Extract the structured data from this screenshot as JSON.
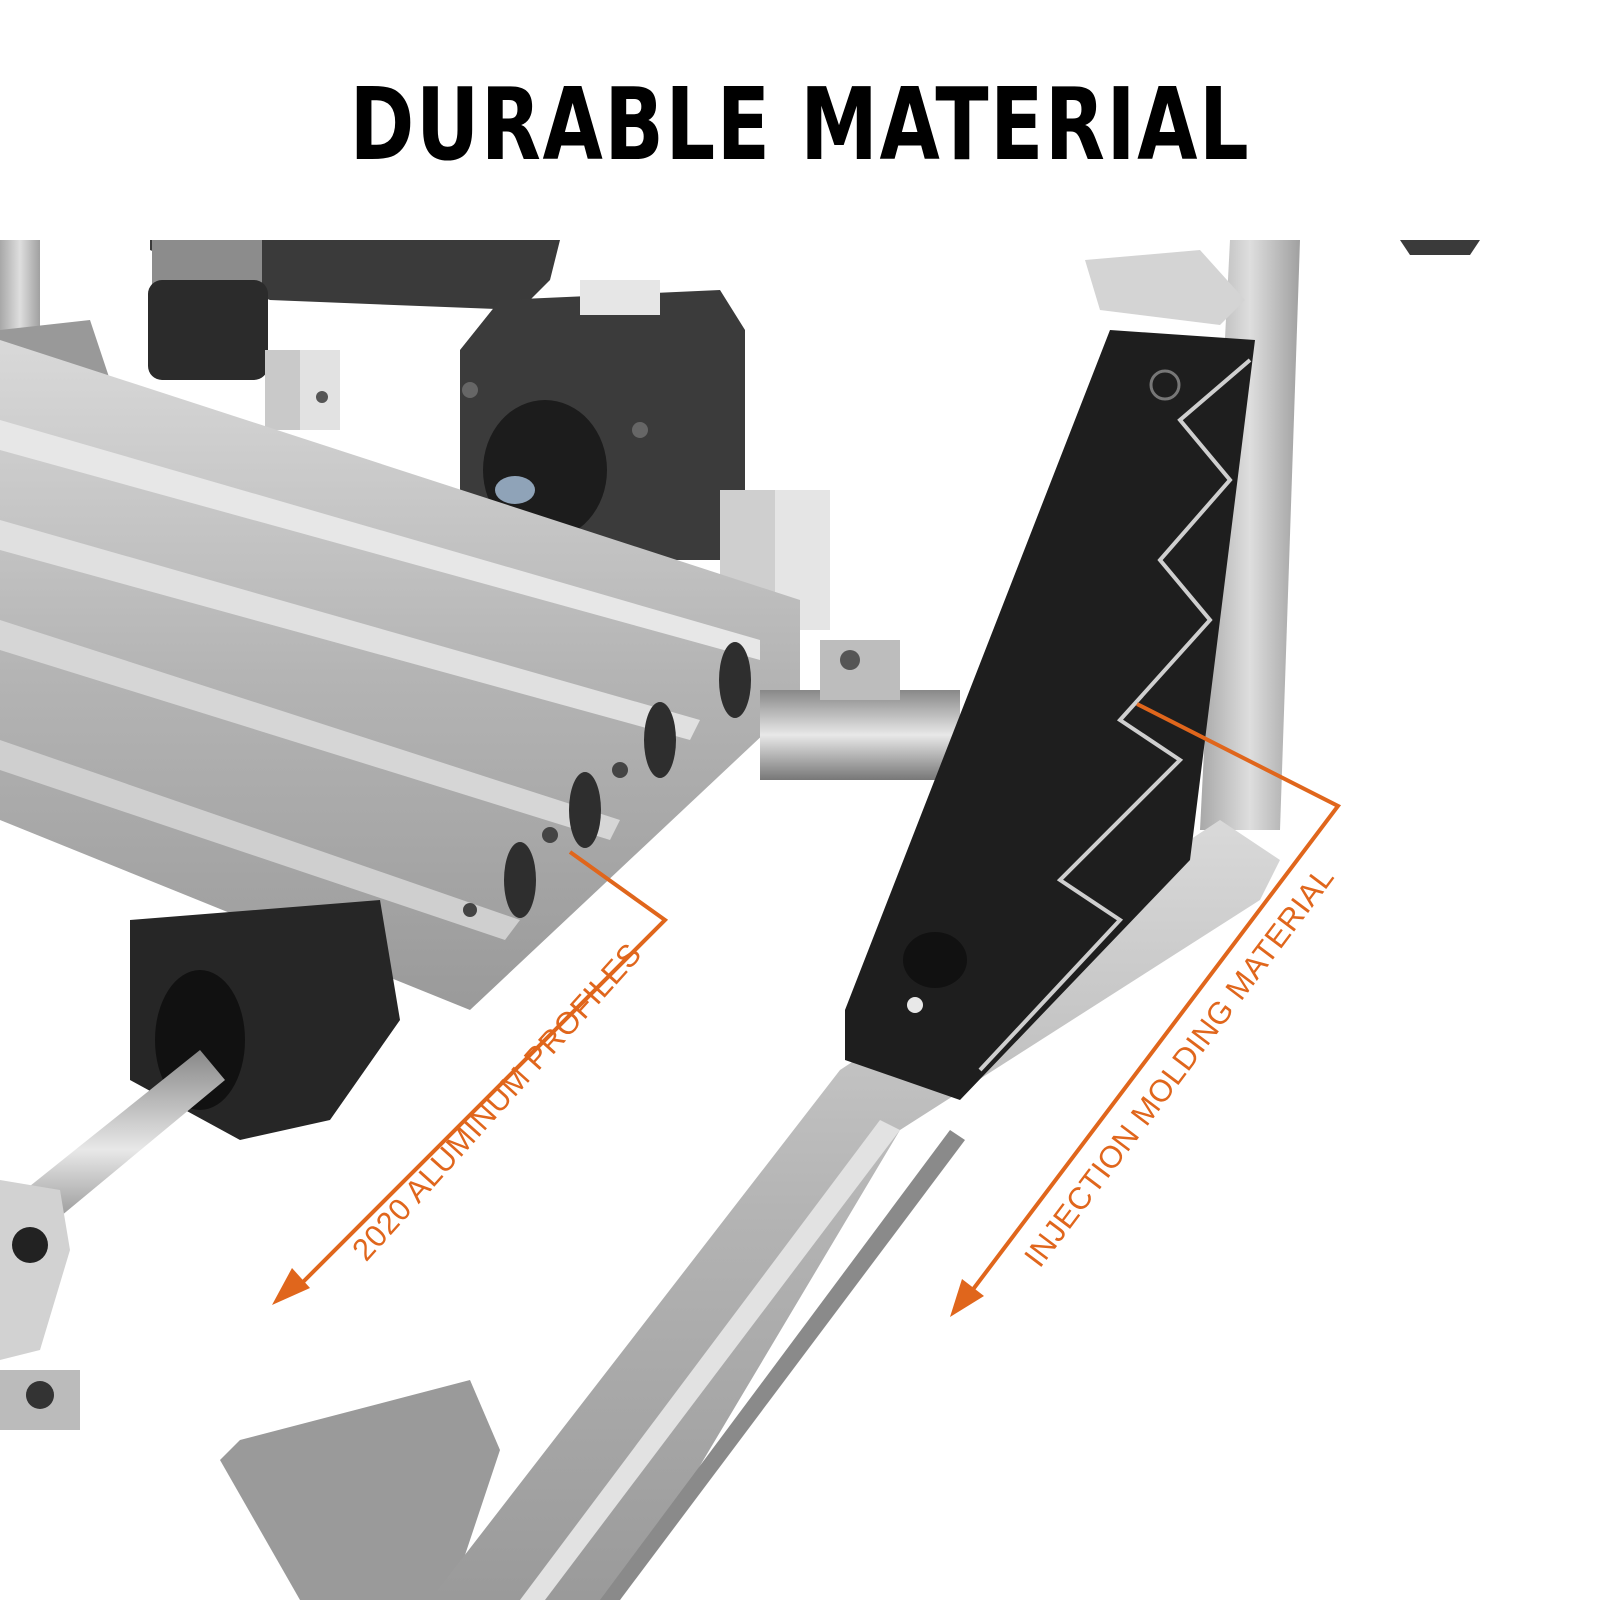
{
  "header": {
    "title": "DURABLE MATERIAL"
  },
  "callouts": [
    {
      "label": "2020 ALUMINUM PROFILES",
      "target": "aluminum-profile"
    },
    {
      "label": "INJECTION MOLDING MATERIAL",
      "target": "black-bracket"
    }
  ],
  "colors": {
    "accent": "#e0661c",
    "title": "#000000",
    "background": "#ffffff"
  }
}
